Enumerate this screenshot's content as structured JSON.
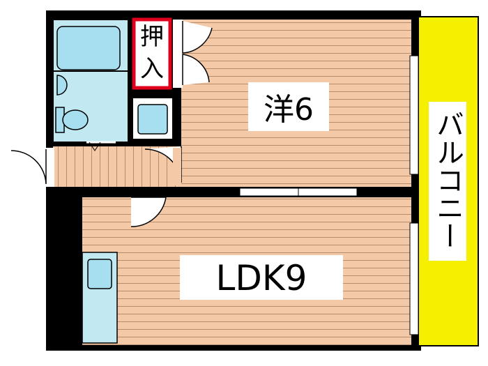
{
  "rooms": {
    "western": {
      "label": "洋6"
    },
    "ldk": {
      "label": "LDK9"
    },
    "closet": {
      "label_line1": "押",
      "label_line2": "入"
    },
    "balcony": {
      "label": "バルコニー"
    }
  },
  "colors": {
    "floor": "#f3c9a8",
    "floor_line": "#b58c6c",
    "wall": "#000000",
    "balcony": "#f5f000",
    "fixture": "#c2e8f2",
    "closet_border": "#e0001b"
  }
}
